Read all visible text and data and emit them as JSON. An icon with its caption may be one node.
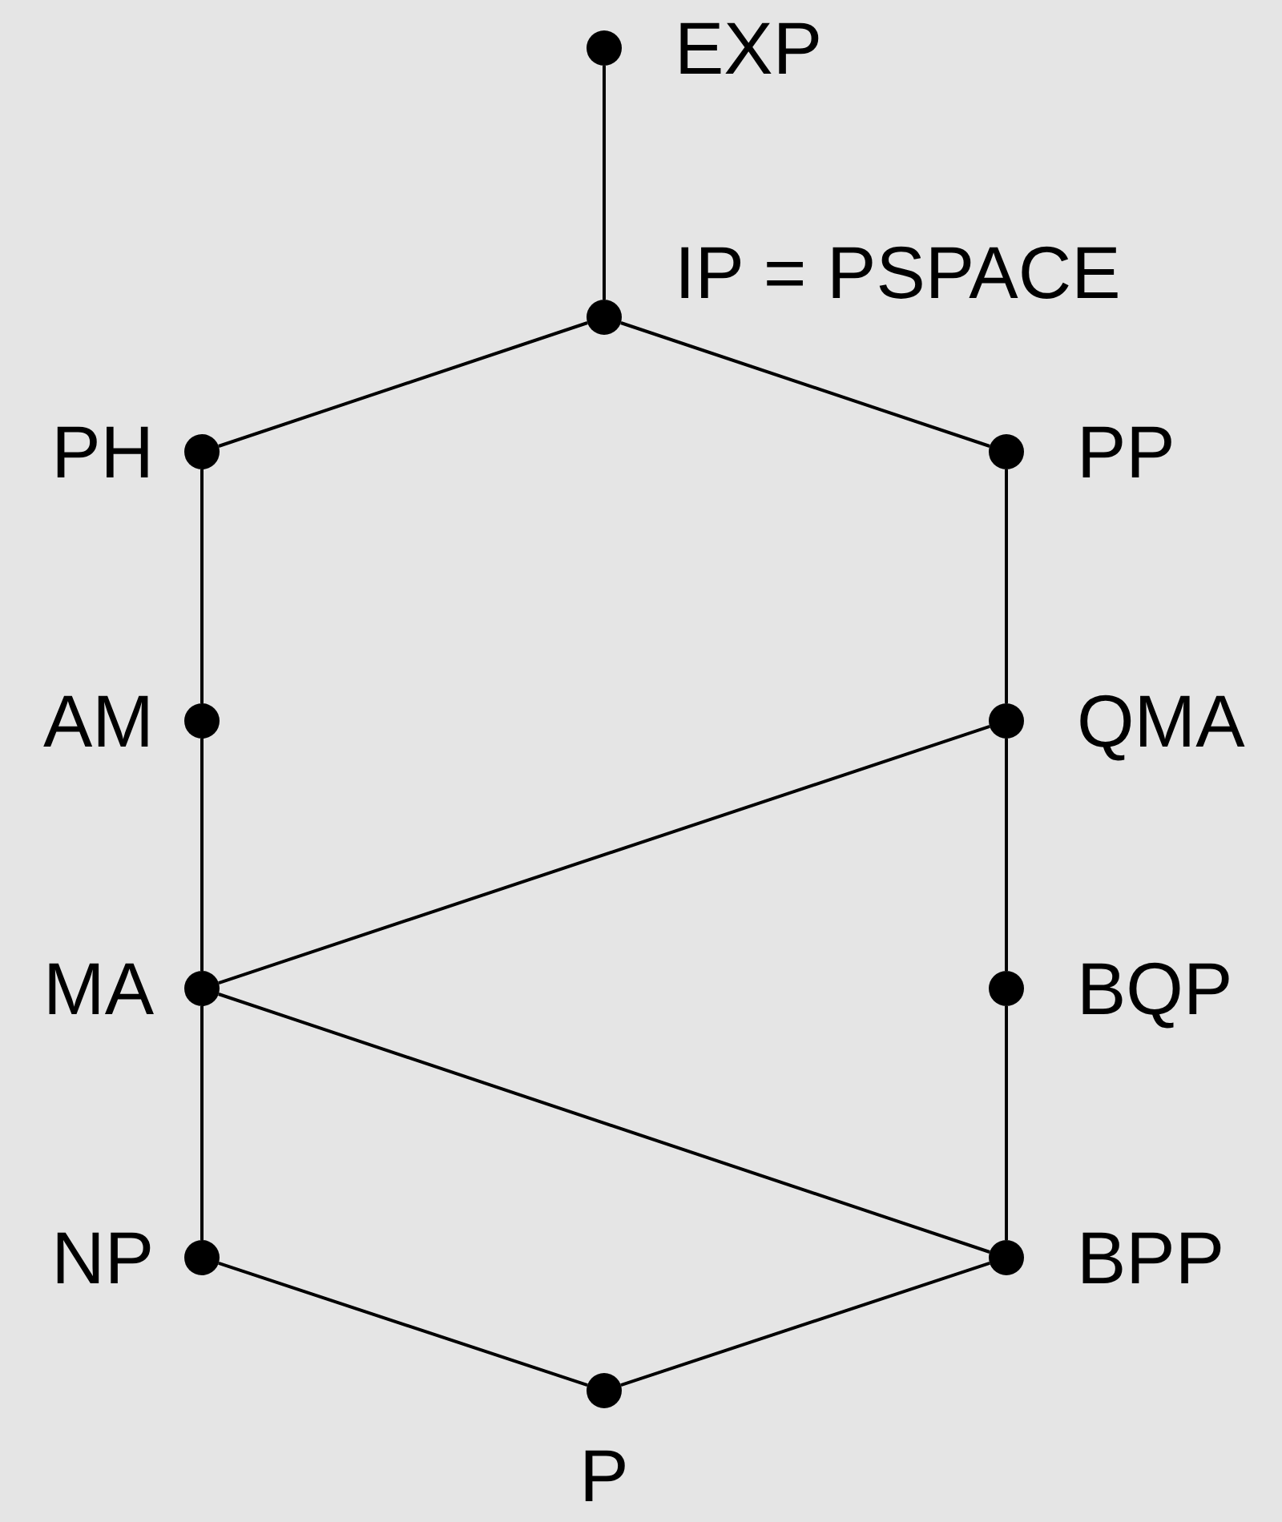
{
  "diagram": {
    "nodes": [
      {
        "text": [],
        "shape": "circle",
        "beside": [
          "EXP"
        ]
      },
      {
        "text": [],
        "shape": "circle",
        "beside": [
          "IP = PSPACE"
        ]
      },
      {
        "text": [],
        "shape": "circle",
        "beside": [
          "PH"
        ]
      },
      {
        "text": [],
        "shape": "circle",
        "beside": [
          "PP"
        ]
      },
      {
        "text": [],
        "shape": "circle",
        "beside": [
          "AM"
        ]
      },
      {
        "text": [],
        "shape": "circle",
        "beside": [
          "QMA"
        ]
      },
      {
        "text": [],
        "shape": "circle",
        "beside": [
          "MA"
        ]
      },
      {
        "text": [],
        "shape": "circle",
        "beside": [
          "BQP"
        ]
      },
      {
        "text": [],
        "shape": "circle",
        "beside": [
          "NP"
        ]
      },
      {
        "text": [],
        "shape": "circle",
        "beside": [
          "BPP"
        ]
      },
      {
        "text": [],
        "shape": "circle",
        "beside": [
          "P"
        ]
      }
    ],
    "edges": [
      {
        "from": 0,
        "to": 1,
        "arrow": "none"
      },
      {
        "from": 1,
        "to": 2,
        "arrow": "none"
      },
      {
        "from": 1,
        "to": 3,
        "arrow": "none"
      },
      {
        "from": 2,
        "to": 4,
        "arrow": "none"
      },
      {
        "from": 4,
        "to": 6,
        "arrow": "none"
      },
      {
        "from": 6,
        "to": 8,
        "arrow": "none"
      },
      {
        "from": 3,
        "to": 5,
        "arrow": "none"
      },
      {
        "from": 5,
        "to": 7,
        "arrow": "none"
      },
      {
        "from": 7,
        "to": 9,
        "arrow": "none"
      },
      {
        "from": 6,
        "to": 5,
        "arrow": "none"
      },
      {
        "from": 6,
        "to": 9,
        "arrow": "none"
      },
      {
        "from": 8,
        "to": 10,
        "arrow": "none"
      },
      {
        "from": 9,
        "to": 10,
        "arrow": "none"
      }
    ]
  }
}
